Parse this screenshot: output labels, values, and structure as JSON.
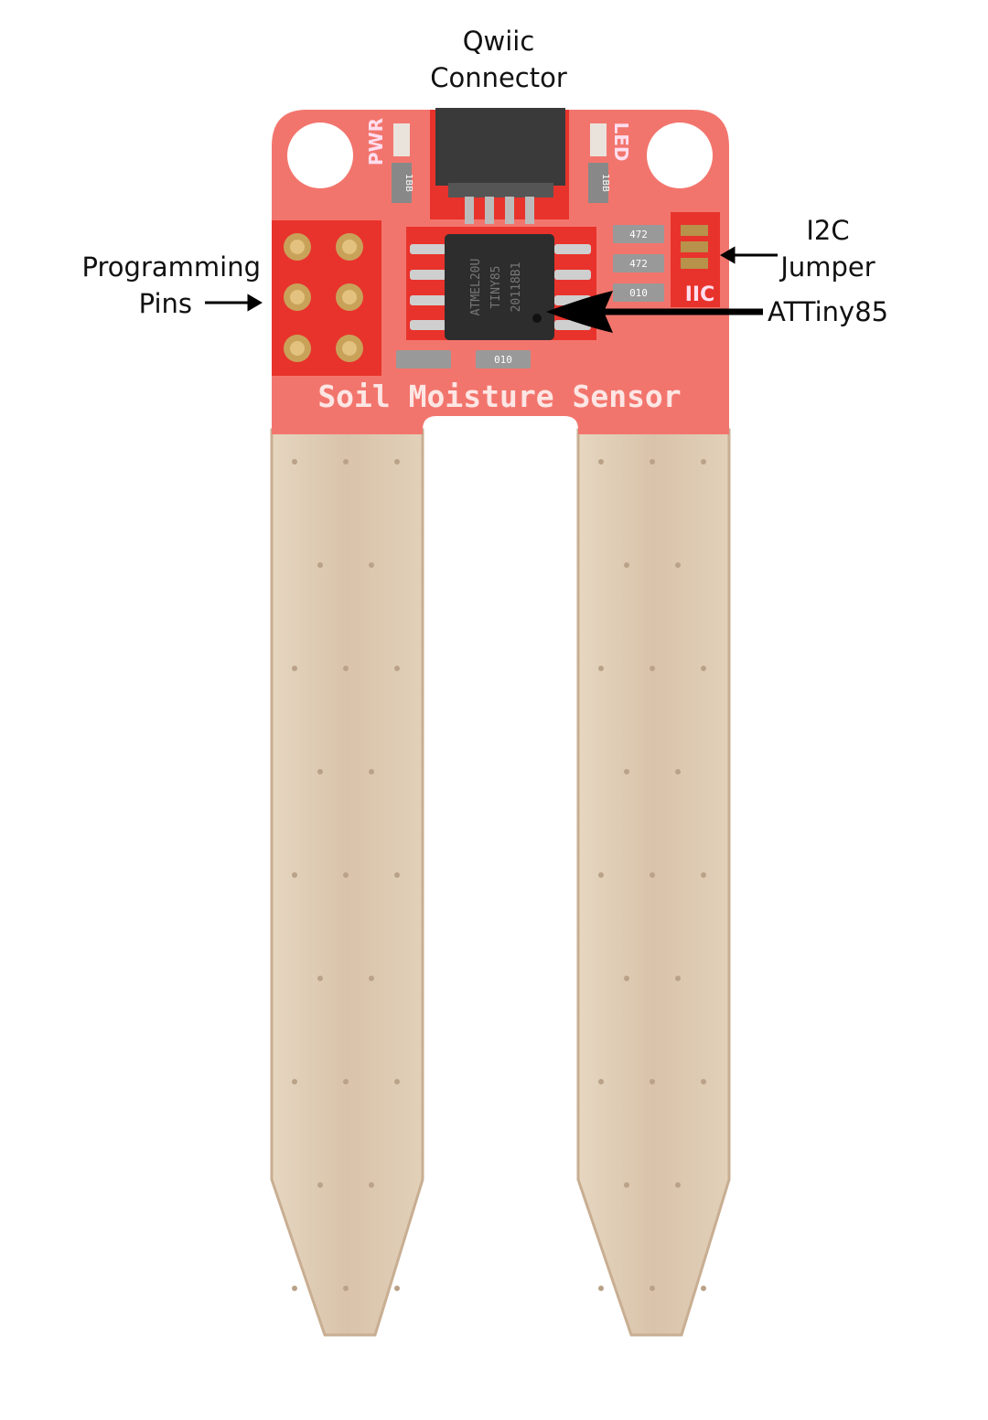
{
  "labels": {
    "qwiic": [
      "Qwiic",
      "Connector"
    ],
    "programming": [
      "Programming",
      "Pins"
    ],
    "i2c": [
      "I2C",
      "Jumper"
    ],
    "attiny": "ATTiny85"
  },
  "board": {
    "title": "Soil Moisture Sensor",
    "pwr": "PWR",
    "led": "LED",
    "iic": "IIC",
    "chip_lines": [
      "ATMEL20U",
      "TINY85",
      "20118B1"
    ],
    "resistors": [
      "1BB",
      "1BB",
      "472",
      "472",
      "010",
      "010"
    ]
  },
  "colors": {
    "pcb": "#f2756d",
    "pcb_dark": "#e8332c",
    "prong": "#dcc8b0",
    "chip": "#2d2d2d"
  }
}
